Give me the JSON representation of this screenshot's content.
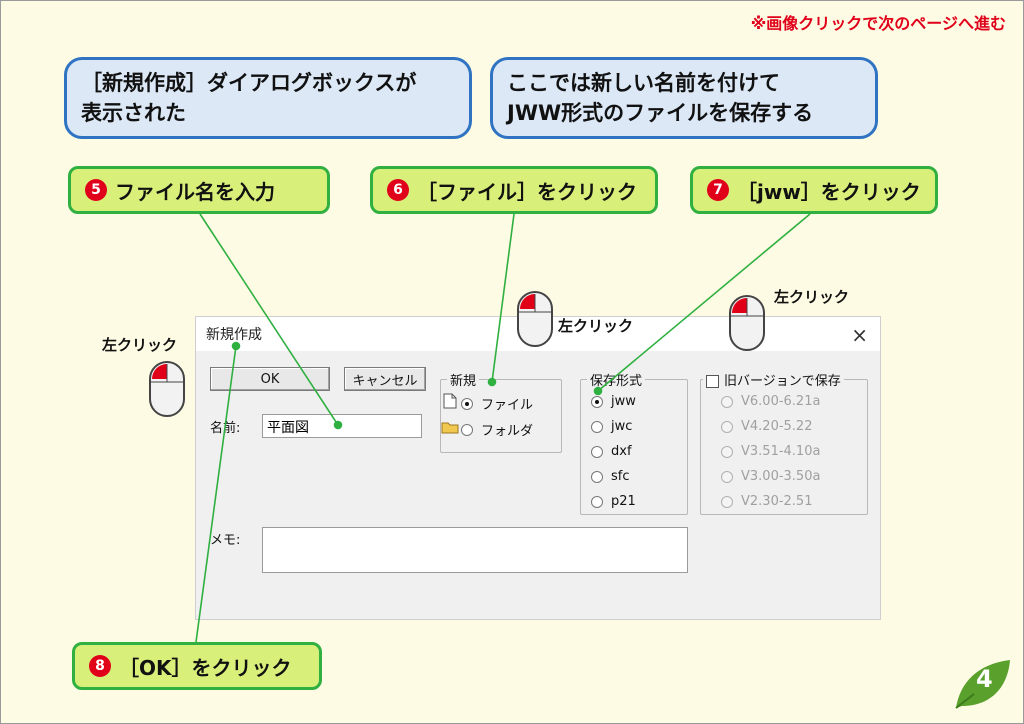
{
  "header": {
    "nav_note": "※画像クリックで次のページへ進む"
  },
  "info_boxes": [
    {
      "line1": "［新規作成］ダイアログボックスが",
      "line2": "表示された"
    },
    {
      "line1": "ここでは新しい名前を付けて",
      "line2": "JWW形式のファイルを保存する"
    }
  ],
  "steps": [
    {
      "num": "5",
      "text": "ファイル名を入力"
    },
    {
      "num": "6",
      "text": "［ファイル］をクリック"
    },
    {
      "num": "7",
      "text": "［jww］をクリック"
    },
    {
      "num": "8",
      "text": "［OK］をクリック"
    }
  ],
  "click_label": "左クリック",
  "dialog": {
    "title": "新規作成",
    "close_icon": "×",
    "ok_label": "OK",
    "cancel_label": "キャンセル",
    "name_label": "名前:",
    "name_value": "平面図",
    "memo_label": "メモ:",
    "memo_value": "",
    "new_group": {
      "title": "新規",
      "options": [
        {
          "label": "ファイル",
          "icon": "file-icon",
          "selected": true
        },
        {
          "label": "フォルダ",
          "icon": "folder-icon",
          "selected": false
        }
      ]
    },
    "format_group": {
      "title": "保存形式",
      "options": [
        "jww",
        "jwc",
        "dxf",
        "sfc",
        "p21"
      ],
      "selected": "jww"
    },
    "old_version_group": {
      "title": "旧バージョンで保存",
      "checked": false,
      "options": [
        "V6.00-6.21a",
        "V4.20-5.22",
        "V3.51-4.10a",
        "V3.00-3.50a",
        "V2.30-2.51"
      ]
    }
  },
  "page_number": "4",
  "colors": {
    "background": "#fdfbe3",
    "step_fill": "#d8f07a",
    "step_border": "#2fb040",
    "info_fill": "#dce8f6",
    "info_border": "#2f73c2",
    "accent_red": "#e0001a",
    "leaf_green": "#5aa02c"
  }
}
